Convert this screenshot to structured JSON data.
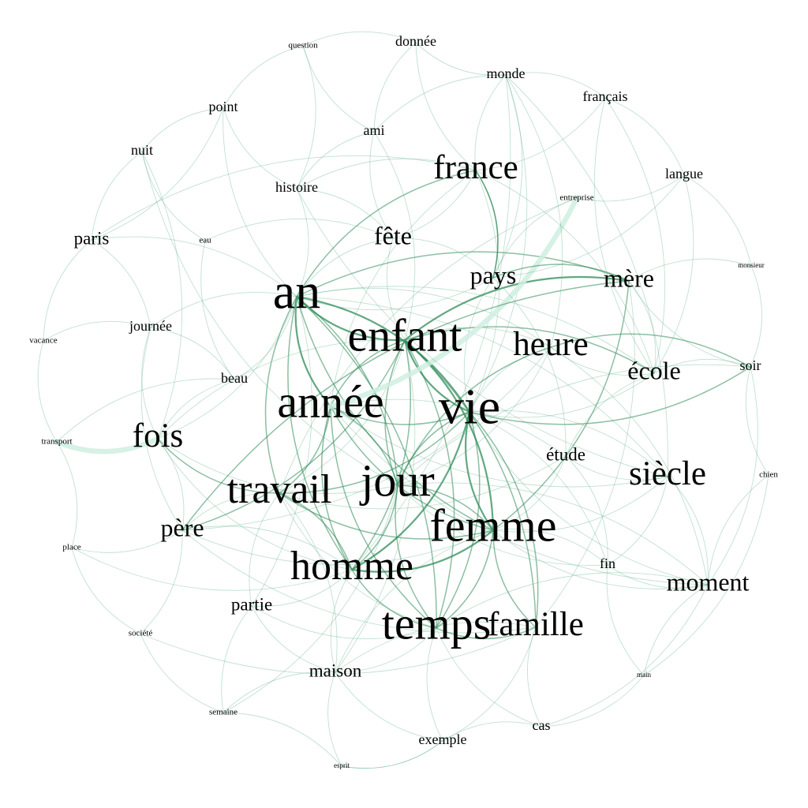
{
  "colors": {
    "background": "#ffffff",
    "edge_dark": "#2e8b57",
    "edge_mid": "#5fae86",
    "edge_light": "#a9d8c0",
    "edge_pale": "#cfeee0",
    "label": "#000000"
  },
  "nodes": [
    {
      "id": "question",
      "label": "question",
      "weight": 1
    },
    {
      "id": "donnee",
      "label": "donnée",
      "weight": 2
    },
    {
      "id": "monde",
      "label": "monde",
      "weight": 2
    },
    {
      "id": "francais",
      "label": "français",
      "weight": 2
    },
    {
      "id": "point",
      "label": "point",
      "weight": 2
    },
    {
      "id": "ami",
      "label": "ami",
      "weight": 2
    },
    {
      "id": "nuit",
      "label": "nuit",
      "weight": 2
    },
    {
      "id": "france",
      "label": "france",
      "weight": 5
    },
    {
      "id": "langue",
      "label": "langue",
      "weight": 2
    },
    {
      "id": "histoire",
      "label": "histoire",
      "weight": 2
    },
    {
      "id": "entreprise",
      "label": "entreprise",
      "weight": 1
    },
    {
      "id": "paris",
      "label": "paris",
      "weight": 3
    },
    {
      "id": "eau",
      "label": "eau",
      "weight": 1
    },
    {
      "id": "fete",
      "label": "fête",
      "weight": 4
    },
    {
      "id": "monsieur",
      "label": "monsieur",
      "weight": 0
    },
    {
      "id": "pays",
      "label": "pays",
      "weight": 4
    },
    {
      "id": "mere",
      "label": "mère",
      "weight": 4
    },
    {
      "id": "an",
      "label": "an",
      "weight": 8
    },
    {
      "id": "journee",
      "label": "journée",
      "weight": 2
    },
    {
      "id": "enfant",
      "label": "enfant",
      "weight": 7
    },
    {
      "id": "vacance",
      "label": "vacance",
      "weight": 1
    },
    {
      "id": "heure",
      "label": "heure",
      "weight": 5
    },
    {
      "id": "soir",
      "label": "soir",
      "weight": 2
    },
    {
      "id": "ecole",
      "label": "école",
      "weight": 4
    },
    {
      "id": "beau",
      "label": "beau",
      "weight": 2
    },
    {
      "id": "annee",
      "label": "année",
      "weight": 7
    },
    {
      "id": "vie",
      "label": "vie",
      "weight": 8
    },
    {
      "id": "fois",
      "label": "fois",
      "weight": 5
    },
    {
      "id": "transport",
      "label": "transport",
      "weight": 1
    },
    {
      "id": "etude",
      "label": "étude",
      "weight": 3
    },
    {
      "id": "siecle",
      "label": "siècle",
      "weight": 5
    },
    {
      "id": "chien",
      "label": "chien",
      "weight": 1
    },
    {
      "id": "travail",
      "label": "travail",
      "weight": 6
    },
    {
      "id": "jour",
      "label": "jour",
      "weight": 7
    },
    {
      "id": "femme",
      "label": "femme",
      "weight": 7
    },
    {
      "id": "pere",
      "label": "père",
      "weight": 4
    },
    {
      "id": "place",
      "label": "place",
      "weight": 1
    },
    {
      "id": "homme",
      "label": "homme",
      "weight": 6
    },
    {
      "id": "fin",
      "label": "fin",
      "weight": 2
    },
    {
      "id": "moment",
      "label": "moment",
      "weight": 4
    },
    {
      "id": "partie",
      "label": "partie",
      "weight": 3
    },
    {
      "id": "temps",
      "label": "temps",
      "weight": 7
    },
    {
      "id": "famille",
      "label": "famille",
      "weight": 5
    },
    {
      "id": "societe",
      "label": "société",
      "weight": 1
    },
    {
      "id": "maison",
      "label": "maison",
      "weight": 3
    },
    {
      "id": "main",
      "label": "main",
      "weight": 0
    },
    {
      "id": "semaine",
      "label": "semaine",
      "weight": 1
    },
    {
      "id": "exemple",
      "label": "exemple",
      "weight": 2
    },
    {
      "id": "cas",
      "label": "cas",
      "weight": 2
    },
    {
      "id": "esprit",
      "label": "esprit",
      "weight": 0
    }
  ],
  "edges": [
    [
      "an",
      "enfant",
      3
    ],
    [
      "an",
      "annee",
      3
    ],
    [
      "an",
      "vie",
      3
    ],
    [
      "an",
      "jour",
      2
    ],
    [
      "an",
      "femme",
      2
    ],
    [
      "an",
      "france",
      2
    ],
    [
      "an",
      "temps",
      2
    ],
    [
      "an",
      "homme",
      2
    ],
    [
      "an",
      "travail",
      2
    ],
    [
      "an",
      "fois",
      1
    ],
    [
      "an",
      "heure",
      1
    ],
    [
      "an",
      "mere",
      2
    ],
    [
      "an",
      "pays",
      1
    ],
    [
      "an",
      "fete",
      1
    ],
    [
      "an",
      "ecole",
      1
    ],
    [
      "an",
      "histoire",
      1
    ],
    [
      "an",
      "paris",
      1
    ],
    [
      "an",
      "journee",
      1
    ],
    [
      "an",
      "beau",
      1
    ],
    [
      "an",
      "siecle",
      1
    ],
    [
      "enfant",
      "annee",
      2
    ],
    [
      "enfant",
      "vie",
      3
    ],
    [
      "enfant",
      "femme",
      3
    ],
    [
      "enfant",
      "mere",
      3
    ],
    [
      "enfant",
      "pere",
      2
    ],
    [
      "enfant",
      "ecole",
      2
    ],
    [
      "enfant",
      "famille",
      2
    ],
    [
      "enfant",
      "homme",
      2
    ],
    [
      "enfant",
      "jour",
      2
    ],
    [
      "enfant",
      "temps",
      2
    ],
    [
      "enfant",
      "travail",
      1
    ],
    [
      "enfant",
      "heure",
      1
    ],
    [
      "enfant",
      "fois",
      1
    ],
    [
      "enfant",
      "maison",
      1
    ],
    [
      "enfant",
      "ami",
      1
    ],
    [
      "annee",
      "vie",
      2
    ],
    [
      "annee",
      "jour",
      2
    ],
    [
      "annee",
      "femme",
      2
    ],
    [
      "annee",
      "temps",
      2
    ],
    [
      "annee",
      "travail",
      2
    ],
    [
      "annee",
      "homme",
      2
    ],
    [
      "annee",
      "siecle",
      1
    ],
    [
      "annee",
      "etude",
      1
    ],
    [
      "annee",
      "france",
      1
    ],
    [
      "annee",
      "moment",
      1
    ],
    [
      "vie",
      "femme",
      3
    ],
    [
      "vie",
      "homme",
      3
    ],
    [
      "vie",
      "temps",
      2
    ],
    [
      "vie",
      "jour",
      2
    ],
    [
      "vie",
      "travail",
      2
    ],
    [
      "vie",
      "famille",
      2
    ],
    [
      "vie",
      "moment",
      1
    ],
    [
      "vie",
      "france",
      1
    ],
    [
      "vie",
      "monde",
      1
    ],
    [
      "vie",
      "pays",
      1
    ],
    [
      "vie",
      "ecole",
      1
    ],
    [
      "vie",
      "soir",
      2
    ],
    [
      "vie",
      "heure",
      1
    ],
    [
      "vie",
      "siecle",
      1
    ],
    [
      "vie",
      "fin",
      1
    ],
    [
      "jour",
      "femme",
      2
    ],
    [
      "jour",
      "temps",
      2
    ],
    [
      "jour",
      "homme",
      2
    ],
    [
      "jour",
      "heure",
      2
    ],
    [
      "jour",
      "fois",
      1
    ],
    [
      "jour",
      "semaine",
      1
    ],
    [
      "jour",
      "soir",
      1
    ],
    [
      "jour",
      "nuit",
      1
    ],
    [
      "jour",
      "fin",
      1
    ],
    [
      "jour",
      "moment",
      1
    ],
    [
      "femme",
      "homme",
      3
    ],
    [
      "femme",
      "temps",
      2
    ],
    [
      "femme",
      "famille",
      2
    ],
    [
      "femme",
      "mere",
      2
    ],
    [
      "femme",
      "travail",
      2
    ],
    [
      "femme",
      "maison",
      1
    ],
    [
      "femme",
      "pere",
      1
    ],
    [
      "femme",
      "moment",
      1
    ],
    [
      "femme",
      "fin",
      1
    ],
    [
      "femme",
      "siecle",
      1
    ],
    [
      "homme",
      "temps",
      2
    ],
    [
      "homme",
      "travail",
      2
    ],
    [
      "homme",
      "maison",
      1
    ],
    [
      "homme",
      "partie",
      1
    ],
    [
      "homme",
      "pere",
      1
    ],
    [
      "homme",
      "place",
      1
    ],
    [
      "homme",
      "fois",
      1
    ],
    [
      "homme",
      "monde",
      1
    ],
    [
      "temps",
      "famille",
      2
    ],
    [
      "temps",
      "maison",
      1
    ],
    [
      "temps",
      "exemple",
      1
    ],
    [
      "temps",
      "partie",
      1
    ],
    [
      "temps",
      "travail",
      1
    ],
    [
      "temps",
      "moment",
      1
    ],
    [
      "temps",
      "cas",
      1
    ],
    [
      "travail",
      "fois",
      2
    ],
    [
      "travail",
      "pere",
      1
    ],
    [
      "travail",
      "partie",
      1
    ],
    [
      "travail",
      "etude",
      1
    ],
    [
      "travail",
      "maison",
      1
    ],
    [
      "travail",
      "entreprise",
      1
    ],
    [
      "fois",
      "transport",
      4
    ],
    [
      "fois",
      "pere",
      1
    ],
    [
      "fois",
      "journee",
      1
    ],
    [
      "fois",
      "beau",
      1
    ],
    [
      "annee",
      "entreprise",
      4
    ],
    [
      "pays",
      "france",
      2
    ],
    [
      "pays",
      "monde",
      1
    ],
    [
      "pays",
      "langue",
      1
    ],
    [
      "pays",
      "mere",
      2
    ],
    [
      "france",
      "paris",
      1
    ],
    [
      "france",
      "francais",
      1
    ],
    [
      "france",
      "histoire",
      1
    ],
    [
      "france",
      "monde",
      1
    ],
    [
      "france",
      "fete",
      1
    ],
    [
      "france",
      "pays",
      2
    ],
    [
      "france",
      "ecole",
      1
    ],
    [
      "mere",
      "pere",
      2
    ],
    [
      "mere",
      "famille",
      1
    ],
    [
      "mere",
      "ecole",
      1
    ],
    [
      "mere",
      "soir",
      1
    ],
    [
      "mere",
      "monsieur",
      1
    ],
    [
      "heure",
      "soir",
      2
    ],
    [
      "heure",
      "ecole",
      1
    ],
    [
      "heure",
      "moment",
      1
    ],
    [
      "heure",
      "jour",
      1
    ],
    [
      "ecole",
      "etude",
      1
    ],
    [
      "ecole",
      "langue",
      1
    ],
    [
      "ecole",
      "soir",
      1
    ],
    [
      "ecole",
      "francais",
      1
    ],
    [
      "siecle",
      "moment",
      1
    ],
    [
      "siecle",
      "fin",
      1
    ],
    [
      "siecle",
      "histoire",
      1
    ],
    [
      "siecle",
      "etude",
      1
    ],
    [
      "siecle",
      "monde",
      1
    ],
    [
      "famille",
      "maison",
      1
    ],
    [
      "famille",
      "pere",
      1
    ],
    [
      "famille",
      "exemple",
      1
    ],
    [
      "famille",
      "cas",
      1
    ],
    [
      "famille",
      "societe",
      1
    ],
    [
      "moment",
      "fin",
      1
    ],
    [
      "moment",
      "main",
      1
    ],
    [
      "moment",
      "cas",
      1
    ],
    [
      "moment",
      "soir",
      1
    ],
    [
      "moment",
      "chien",
      1
    ],
    [
      "pere",
      "place",
      1
    ],
    [
      "pere",
      "journee",
      1
    ],
    [
      "pere",
      "societe",
      1
    ],
    [
      "partie",
      "maison",
      1
    ],
    [
      "partie",
      "semaine",
      1
    ],
    [
      "maison",
      "semaine",
      1
    ],
    [
      "maison",
      "exemple",
      1
    ],
    [
      "maison",
      "esprit",
      1
    ],
    [
      "exemple",
      "cas",
      1
    ],
    [
      "exemple",
      "esprit",
      1
    ],
    [
      "cas",
      "main",
      1
    ],
    [
      "fin",
      "main",
      1
    ],
    [
      "fin",
      "etude",
      1
    ],
    [
      "etude",
      "pays",
      1
    ],
    [
      "fete",
      "ami",
      1
    ],
    [
      "fete",
      "histoire",
      1
    ],
    [
      "fete",
      "pays",
      1
    ],
    [
      "fete",
      "enfant",
      1
    ],
    [
      "fete",
      "eau",
      1
    ],
    [
      "histoire",
      "ami",
      1
    ],
    [
      "histoire",
      "point",
      1
    ],
    [
      "ami",
      "donnee",
      1
    ],
    [
      "ami",
      "monde",
      1
    ],
    [
      "ami",
      "question",
      1
    ],
    [
      "point",
      "question",
      1
    ],
    [
      "point",
      "nuit",
      1
    ],
    [
      "point",
      "paris",
      1
    ],
    [
      "nuit",
      "paris",
      1
    ],
    [
      "nuit",
      "eau",
      1
    ],
    [
      "paris",
      "journee",
      1
    ],
    [
      "paris",
      "vacance",
      1
    ],
    [
      "journee",
      "vacance",
      1
    ],
    [
      "journee",
      "beau",
      1
    ],
    [
      "beau",
      "transport",
      1
    ],
    [
      "vacance",
      "transport",
      1
    ],
    [
      "transport",
      "place",
      1
    ],
    [
      "place",
      "societe",
      1
    ],
    [
      "societe",
      "semaine",
      1
    ],
    [
      "semaine",
      "esprit",
      1
    ],
    [
      "esprit",
      "exemple",
      1
    ],
    [
      "donnee",
      "question",
      1
    ],
    [
      "donnee",
      "monde",
      1
    ],
    [
      "monde",
      "francais",
      1
    ],
    [
      "francais",
      "langue",
      1
    ],
    [
      "langue",
      "entreprise",
      1
    ],
    [
      "langue",
      "monsieur",
      1
    ],
    [
      "monsieur",
      "soir",
      1
    ],
    [
      "soir",
      "chien",
      1
    ],
    [
      "chien",
      "main",
      1
    ],
    [
      "entreprise",
      "pays",
      1
    ],
    [
      "donnee",
      "france",
      1
    ],
    [
      "monde",
      "heure",
      1
    ],
    [
      "francais",
      "ecole",
      1
    ],
    [
      "question",
      "histoire",
      1
    ],
    [
      "eau",
      "beau",
      1
    ],
    [
      "point",
      "an",
      1
    ],
    [
      "nuit",
      "fois",
      1
    ],
    [
      "heure",
      "pere",
      1
    ],
    [
      "etude",
      "femme",
      1
    ],
    [
      "partie",
      "an",
      1
    ]
  ]
}
